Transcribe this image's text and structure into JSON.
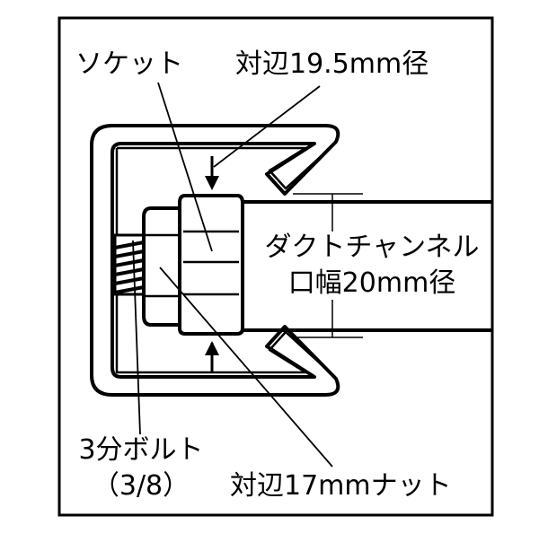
{
  "labels": {
    "socket": "ソケット",
    "socket_across_flats": "対辺19.5mm径",
    "duct_channel_line1": "ダクトチャンネル",
    "duct_channel_line2": "口幅20mm径",
    "bolt_line1": "3分ボルト",
    "bolt_line2": "（3/8）",
    "nut": "対辺17mmナット"
  },
  "colors": {
    "line": "#000000",
    "background": "#ffffff"
  }
}
